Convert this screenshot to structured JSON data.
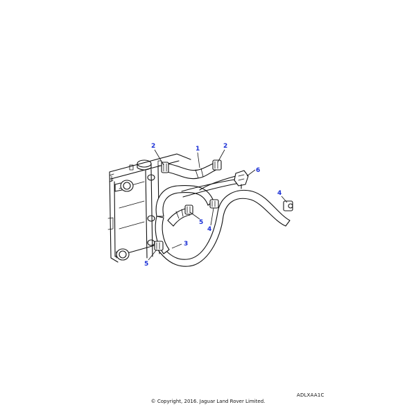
{
  "diagram": {
    "callout_color": "#1a2fd6",
    "line_color": "#111111",
    "callouts": [
      {
        "id": "c1",
        "label": "1"
      },
      {
        "id": "c2a",
        "label": "2"
      },
      {
        "id": "c2b",
        "label": "2"
      },
      {
        "id": "c3",
        "label": "3"
      },
      {
        "id": "c4a",
        "label": "4"
      },
      {
        "id": "c4b",
        "label": "4"
      },
      {
        "id": "c5a",
        "label": "5"
      },
      {
        "id": "c5b",
        "label": "5"
      },
      {
        "id": "c6",
        "label": "6"
      }
    ]
  },
  "footer": {
    "reference_code": "ADLXAA1C",
    "copyright": "© Copyright, 2016. Jaguar Land Rover Limited."
  }
}
